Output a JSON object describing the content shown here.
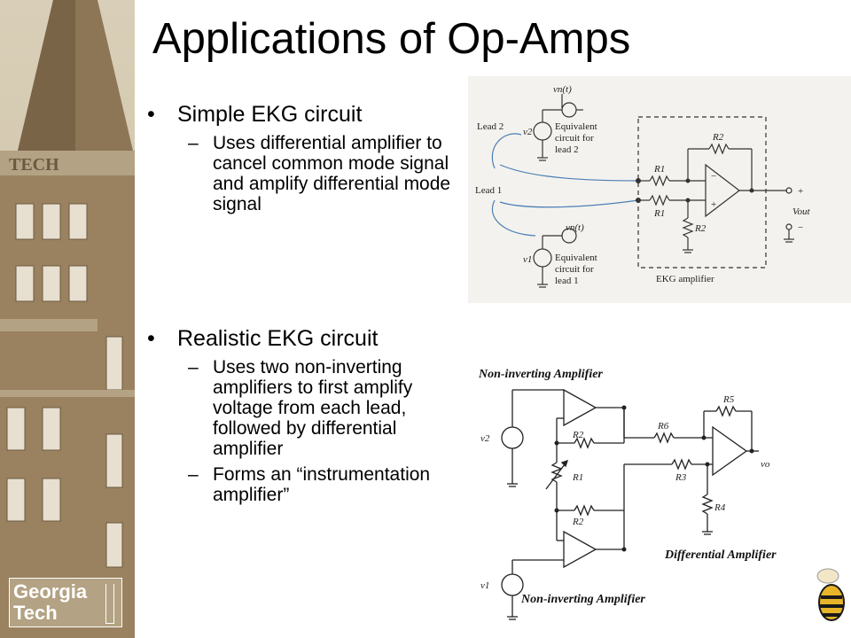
{
  "title": "Applications of Op-Amps",
  "logo": {
    "line1": "Georgia",
    "line2": "Tech"
  },
  "bullets": [
    {
      "text": "Simple EKG circuit",
      "sub": [
        "Uses differential amplifier to cancel common mode signal and amplify differential mode signal"
      ]
    },
    {
      "text": "Realistic EKG circuit",
      "sub": [
        "Uses two non-inverting amplifiers to first amplify voltage from each lead, followed by differential amplifier",
        "Forms an “instrumentation amplifier”"
      ]
    }
  ],
  "figure1": {
    "lead2": "Lead 2",
    "lead1": "Lead 1",
    "vn_t_top": "vn(t)",
    "vn_t_bottom": "vn(t)",
    "v2": "v2",
    "v1": "v1",
    "equiv_top": [
      "Equivalent",
      "circuit for",
      "lead 2"
    ],
    "equiv_bottom": [
      "Equivalent",
      "circuit for",
      "lead 1"
    ],
    "r1a": "R1",
    "r1b": "R1",
    "r2a": "R2",
    "r2b": "R2",
    "plus": "+",
    "minus": "−",
    "vout": "Vout",
    "ekg_amp": "EKG amplifier"
  },
  "figure2": {
    "header_top": "Non-inverting Amplifier",
    "header_bottom": "Non-inverting Amplifier",
    "diff_label": "Differential Amplifier",
    "v2": "v2",
    "v1": "v1",
    "r2a": "R2",
    "r2b": "R2",
    "r1": "R1",
    "r3": "R3",
    "r4": "R4",
    "r5": "R5",
    "r6": "R6",
    "vo": "vo"
  }
}
